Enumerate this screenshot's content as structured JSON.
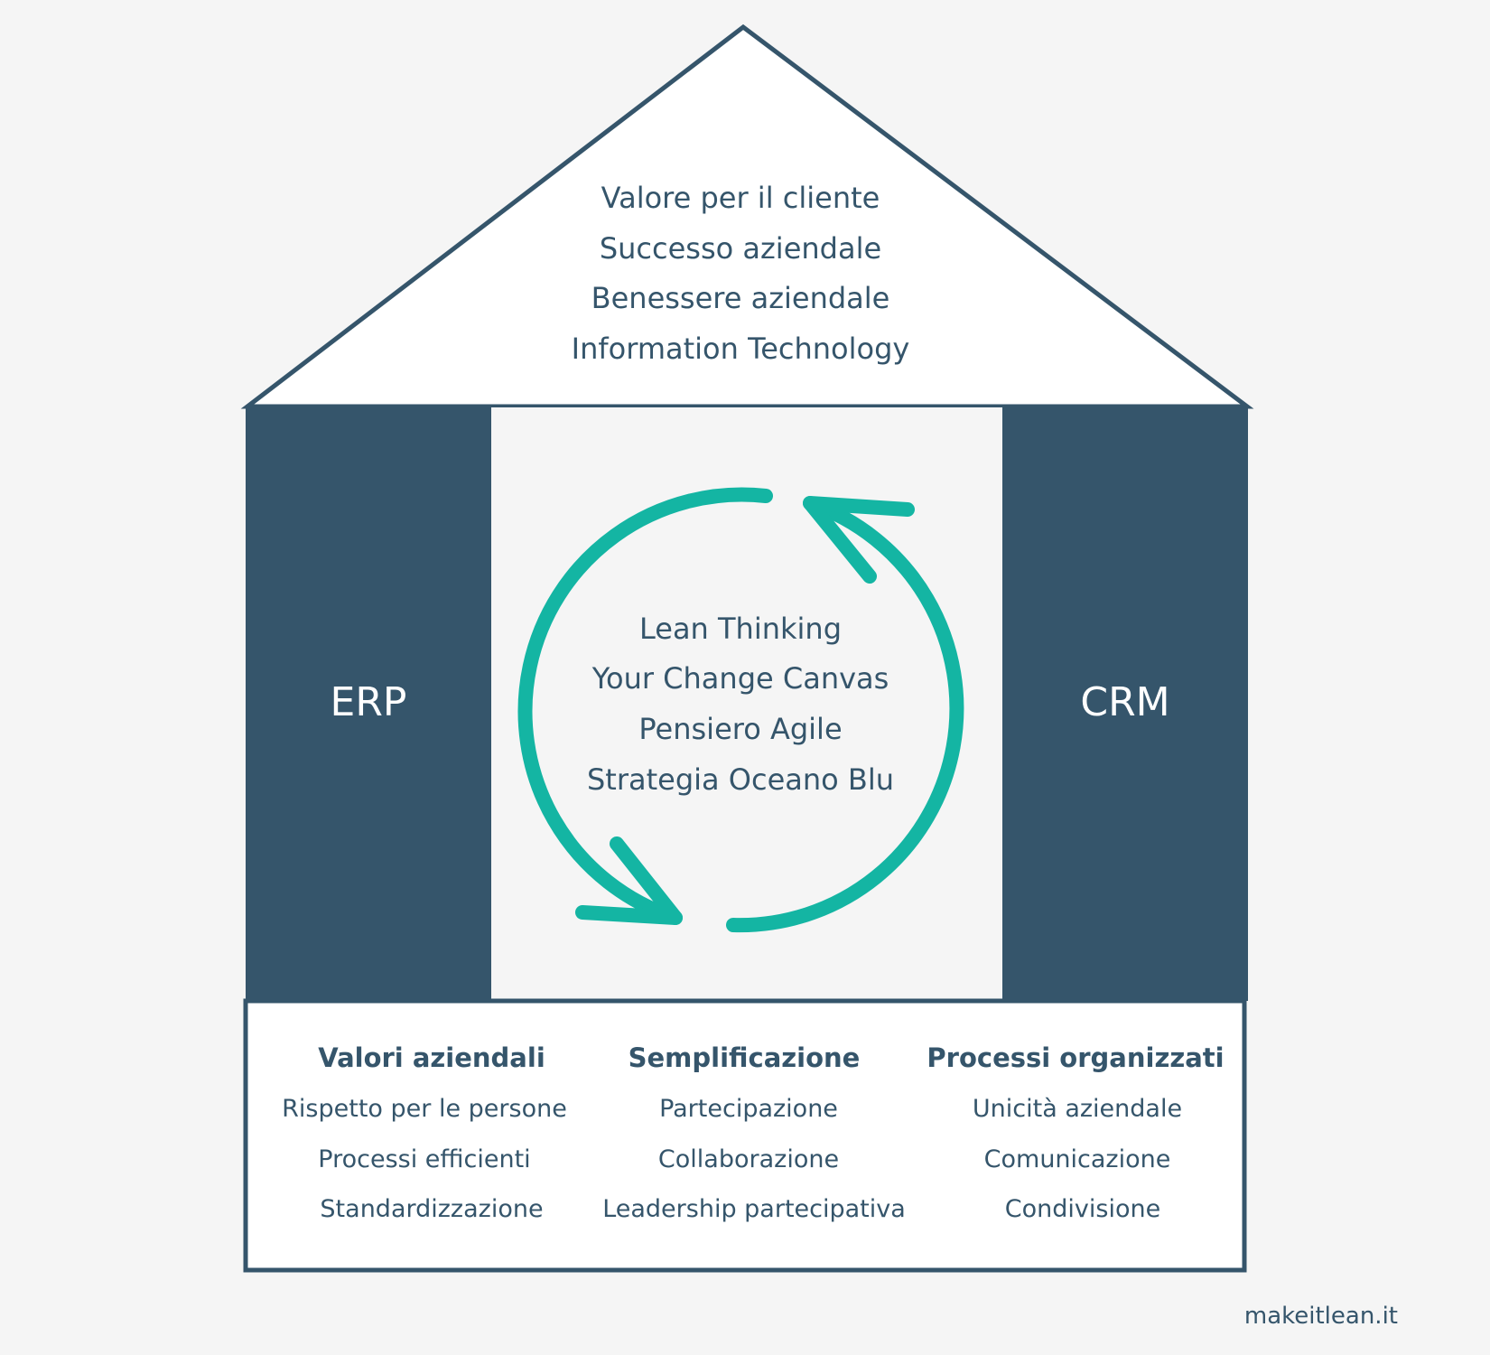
{
  "colors": {
    "background": "#f5f5f5",
    "structure": "#35556b",
    "accent": "#14b5a3",
    "white": "#ffffff"
  },
  "roof": {
    "lines": [
      "Valore per il cliente",
      "Successo aziendale",
      "Benessere aziendale",
      "Information Technology"
    ]
  },
  "pillars": {
    "left": "ERP",
    "right": "CRM"
  },
  "center": {
    "icon": "cycle-arrows-icon",
    "lines": [
      "Lean Thinking",
      "Your Change Canvas",
      "Pensiero Agile",
      "Strategia Oceano Blu"
    ]
  },
  "base": {
    "columns": [
      {
        "heading": "Valori aziendali",
        "items": [
          "Rispetto per le persone",
          "Processi efficienti",
          "Standardizzazione"
        ]
      },
      {
        "heading": "Semplificazione",
        "items": [
          "Partecipazione",
          "Collaborazione",
          "Leadership partecipativa"
        ]
      },
      {
        "heading": "Processi organizzati",
        "items": [
          "Unicità aziendale",
          "Comunicazione",
          "Condivisione"
        ]
      }
    ]
  },
  "footer": {
    "url": "makeitlean.it"
  }
}
